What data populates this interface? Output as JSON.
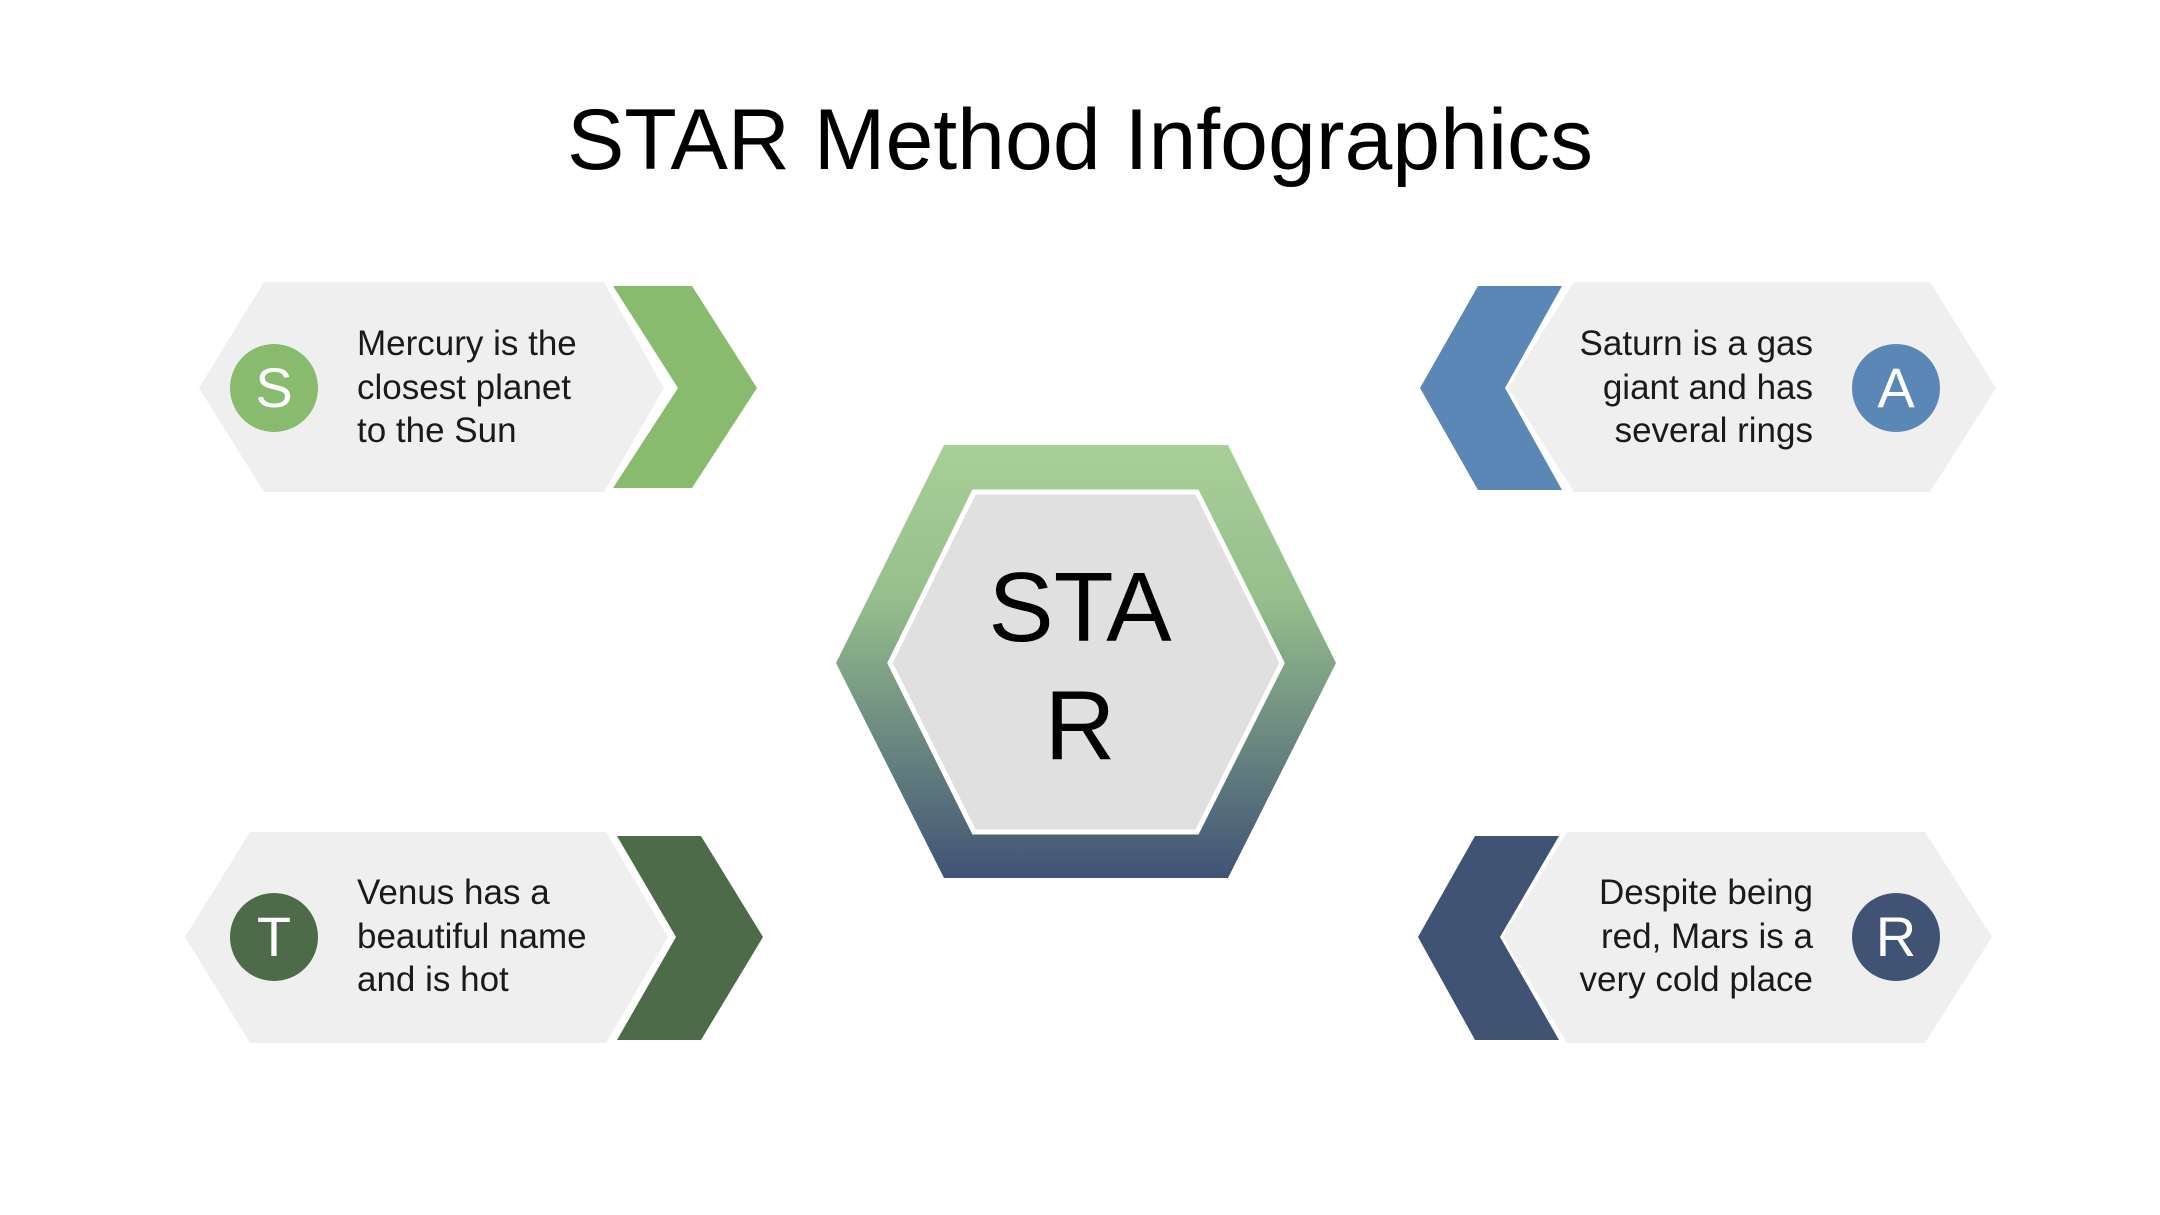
{
  "title": "STAR Method Infographics",
  "center": {
    "lines": [
      "STA",
      "R"
    ]
  },
  "colors": {
    "s": "#88bb6e",
    "t": "#4d6b48",
    "a": "#5b87b6",
    "r": "#405375",
    "card_bg": "#efefef",
    "center_fill": "#e0e0e0",
    "gradient_top": "#a9cf98",
    "gradient_bottom": "#405375"
  },
  "items": {
    "s": {
      "letter": "S",
      "lines": [
        "Mercury is the",
        "closest planet",
        "to the Sun"
      ]
    },
    "a": {
      "letter": "A",
      "lines": [
        "Saturn is a gas",
        "giant and has",
        "several rings"
      ]
    },
    "t": {
      "letter": "T",
      "lines": [
        "Venus has a",
        "beautiful name",
        "and is hot"
      ]
    },
    "r": {
      "letter": "R",
      "lines": [
        "Despite being",
        "red, Mars is a",
        "very cold place"
      ]
    }
  }
}
